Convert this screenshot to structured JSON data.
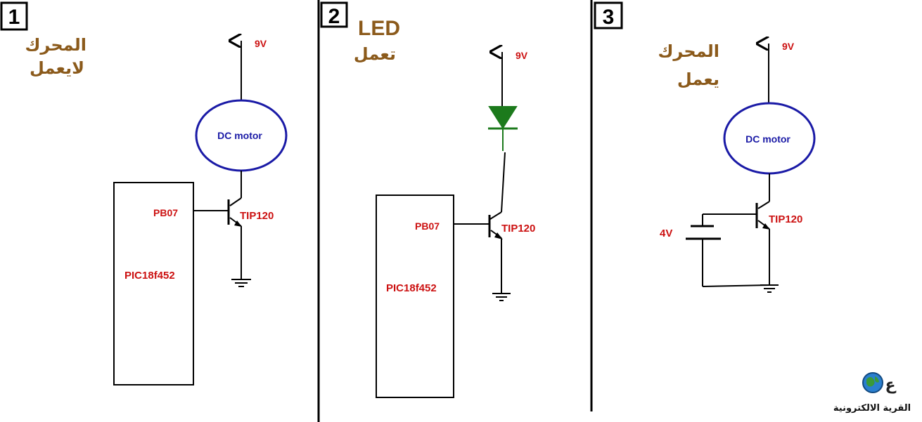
{
  "panels": [
    {
      "number": "1",
      "status_line1": "المحرك",
      "status_line2": "لايعمل",
      "supply": "9V",
      "load": "DC motor",
      "pin": "PB07",
      "transistor": "TIP120",
      "chip": "PIC18f452"
    },
    {
      "number": "2",
      "status_line1": "LED",
      "status_line2": "تعمل",
      "supply": "9V",
      "pin": "PB07",
      "transistor": "TIP120",
      "chip": "PIC18f452"
    },
    {
      "number": "3",
      "status_line1": "المحرك",
      "status_line2": "يعمل",
      "supply": "9V",
      "load": "DC motor",
      "battery": "4V",
      "transistor": "TIP120"
    }
  ],
  "logo": {
    "text": "القرية الالكترونية"
  },
  "colors": {
    "arabic_text": "#8B5A1B",
    "label_red": "#CC1111",
    "motor_blue": "#1a1aa6",
    "led_green": "#1c7a1c"
  }
}
